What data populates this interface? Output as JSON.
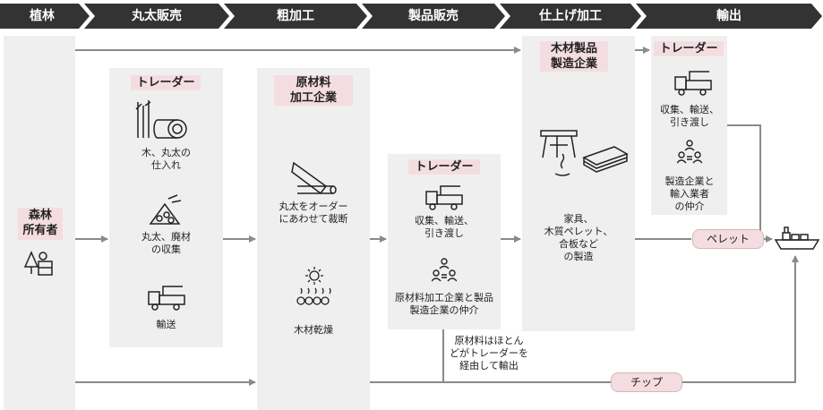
{
  "header": {
    "stages": [
      "植林",
      "丸太販売",
      "粗加工",
      "製品販売",
      "仕上げ加工",
      "輸出"
    ]
  },
  "forest_owner": {
    "title": "森林\n所有者"
  },
  "trader_logs": {
    "title": "トレーダー",
    "items": [
      "木、丸太の\n仕入れ",
      "丸太、廃材\nの収集",
      "輸送"
    ]
  },
  "processor": {
    "title": "原材料\n加工企業",
    "items": [
      "丸太をオーダー\nにあわせて裁断",
      "木材乾燥"
    ]
  },
  "trader_products": {
    "title": "トレーダー",
    "items": [
      "収集、輸送、\n引き渡し",
      "原材料加工企業と製品\n製造企業の仲介"
    ]
  },
  "manufacturer": {
    "title": "木材製品\n製造企業",
    "items": [
      "家具、\n木質ペレット、\n合板など\nの製造"
    ]
  },
  "trader_export": {
    "title": "トレーダー",
    "items": [
      "収集、輸送、\n引き渡し",
      "製造企業と\n輸入業者\nの仲介"
    ]
  },
  "note": "原材料はほとん\nどがトレーダーを\n経由して輸出",
  "pellet_label": "ペレット",
  "chip_label": "チップ",
  "colors": {
    "header_bg": "#333333",
    "column_bg": "#efefef",
    "tag_bg": "#f4dde0",
    "arrow": "#8a8a8a"
  }
}
